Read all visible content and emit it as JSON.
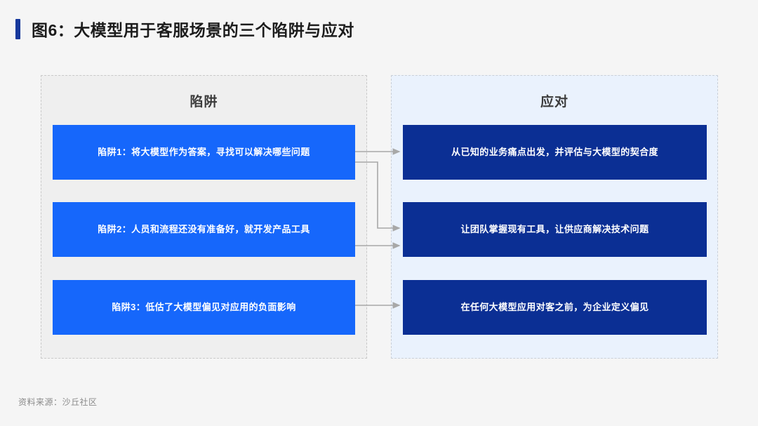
{
  "title": {
    "text": "图6：大模型用于客服场景的三个陷阱与应对",
    "accent_color": "#16389c"
  },
  "columns": {
    "left": {
      "header": "陷阱",
      "background": "#efefef",
      "card_color": "#1667fb",
      "cards": [
        "陷阱1：将大模型作为答案，寻找可以解决哪些问题",
        "陷阱2：人员和流程还没有准备好，就开发产品工具",
        "陷阱3：低估了大模型偏见对应用的负面影响"
      ]
    },
    "right": {
      "header": "应对",
      "background": "#eaf2fd",
      "card_color": "#0b2f94",
      "cards": [
        "从已知的业务痛点出发，并评估与大模型的契合度",
        "让团队掌握现有工具，让供应商解决技术问题",
        "在任何大模型应用对客之前，为企业定义偏见"
      ]
    }
  },
  "connectors": {
    "line_color": "#a8a8a8",
    "items": [
      {
        "from": "陷阱1",
        "to": "从已知的业务痛点出发，并评估与大模型的契合度"
      },
      {
        "from": "陷阱2",
        "to": "让团队掌握现有工具，让供应商解决技术问题"
      },
      {
        "from": "陷阱2",
        "to": "让团队掌握现有工具，让供应商解决技术问题"
      },
      {
        "from": "陷阱3",
        "to": "在任何大模型应用对客之前，为企业定义偏见"
      }
    ]
  },
  "footer": {
    "source": "资料来源：沙丘社区"
  }
}
